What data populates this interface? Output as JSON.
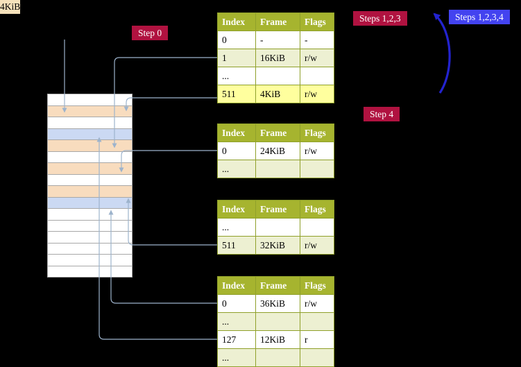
{
  "colors": {
    "background": "#000000",
    "crimson": "#b01240",
    "blue_badge": "#4343f0",
    "curve_arrow": "#2323cf",
    "table_header_bg": "#a6b42f",
    "table_border": "#8fa02a",
    "row_white_bg": "#ffffff",
    "row_alt_bg": "#edf0d2",
    "highlight_bg": "#ffff9e",
    "frame_label_bg": "#f6e2bb",
    "stack_white": "#ffffff",
    "stack_peach": "#f8dcbe",
    "stack_blue": "#cbd9f3",
    "stack_border": "#a8a8a8",
    "connector": "#9db3cc"
  },
  "labels": {
    "frame_4kib": "4KiB",
    "step0": "Step 0",
    "steps123": "Steps 1,2,3",
    "steps1234": "Steps 1,2,3,4",
    "step4": "Step 4"
  },
  "memory_stack": {
    "rows": [
      "white",
      "peach",
      "white",
      "blue",
      "peach",
      "white",
      "peach",
      "white",
      "peach",
      "blue",
      "white",
      "white",
      "white",
      "white",
      "white",
      "white"
    ]
  },
  "tables": [
    {
      "name": "table-1",
      "columns": [
        "Index",
        "Frame",
        "Flags"
      ],
      "rows": [
        {
          "index": "0",
          "frame": "-",
          "flags": "-",
          "style": "white"
        },
        {
          "index": "1",
          "frame": "16KiB",
          "flags": "r/w",
          "style": "alt"
        },
        {
          "index": "...",
          "frame": "",
          "flags": "",
          "style": "white"
        },
        {
          "index": "511",
          "frame": "4KiB",
          "flags": "r/w",
          "style": "highlight"
        }
      ]
    },
    {
      "name": "table-2",
      "columns": [
        "Index",
        "Frame",
        "Flags"
      ],
      "rows": [
        {
          "index": "0",
          "frame": "24KiB",
          "flags": "r/w",
          "style": "white"
        },
        {
          "index": "...",
          "frame": "",
          "flags": "",
          "style": "alt"
        }
      ]
    },
    {
      "name": "table-3",
      "columns": [
        "Index",
        "Frame",
        "Flags"
      ],
      "rows": [
        {
          "index": "...",
          "frame": "",
          "flags": "",
          "style": "white"
        },
        {
          "index": "511",
          "frame": "32KiB",
          "flags": "r/w",
          "style": "alt"
        }
      ]
    },
    {
      "name": "table-4",
      "columns": [
        "Index",
        "Frame",
        "Flags"
      ],
      "rows": [
        {
          "index": "0",
          "frame": "36KiB",
          "flags": "r/w",
          "style": "white"
        },
        {
          "index": "...",
          "frame": "",
          "flags": "",
          "style": "alt"
        },
        {
          "index": "127",
          "frame": "12KiB",
          "flags": "r",
          "style": "white"
        },
        {
          "index": "...",
          "frame": "",
          "flags": "",
          "style": "alt"
        }
      ]
    }
  ]
}
